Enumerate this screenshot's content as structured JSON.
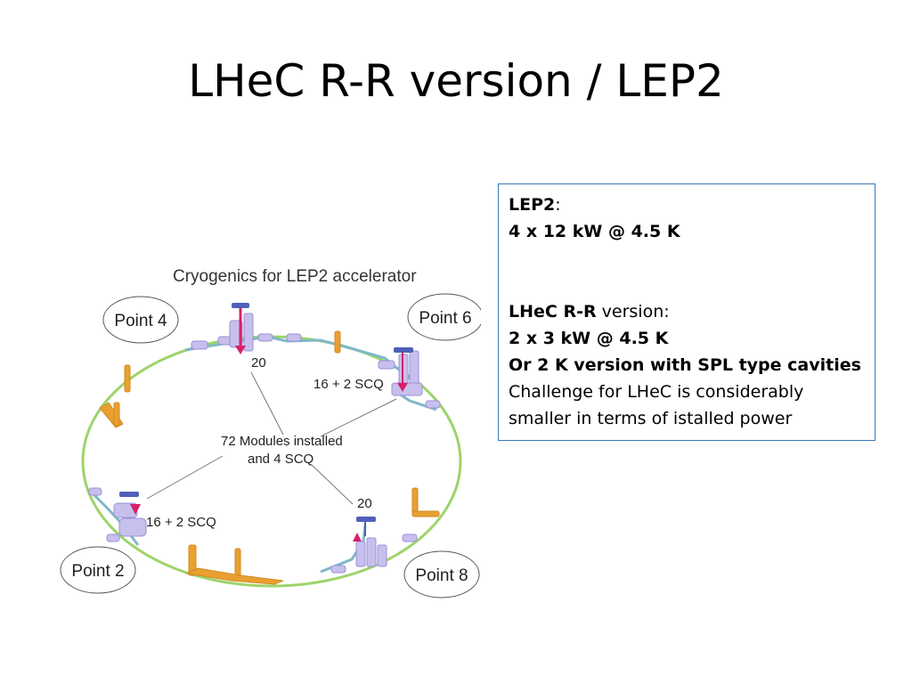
{
  "slide": {
    "title": "LHeC R-R version / LEP2"
  },
  "info_box": {
    "lep2_label": "LEP2",
    "lep2_colon": ":",
    "lep2_power": "4 x 12 kW @ 4.5 K",
    "lhec_label": "LHeC R-R",
    "lhec_suffix": " version:",
    "lhec_power": "2 x 3 kW @ 4.5 K",
    "alt_version": "Or 2 K version with SPL type cavities",
    "challenge_line1": "Challenge for LHeC is considerably",
    "challenge_line2": "smaller in terms of istalled power"
  },
  "diagram": {
    "title": "Cryogenics for LEP2 accelerator",
    "points": [
      "Point 4",
      "Point 6",
      "Point 2",
      "Point 8"
    ],
    "labels": {
      "count_top": "20",
      "count_bottom": "20",
      "scq_right": "16 + 2 SCQ",
      "scq_left": "16 + 2 SCQ",
      "center_line1": "72 Modules installed",
      "center_line2": "and 4 SCQ"
    },
    "colors": {
      "ring": "#9ed36a",
      "cryo_line": "#7fb8c8",
      "lavender": "#c8c0ec",
      "orange": "#e8a030",
      "magenta": "#d8206a",
      "blue": "#5060b8",
      "frame": "#3b78b8"
    }
  }
}
